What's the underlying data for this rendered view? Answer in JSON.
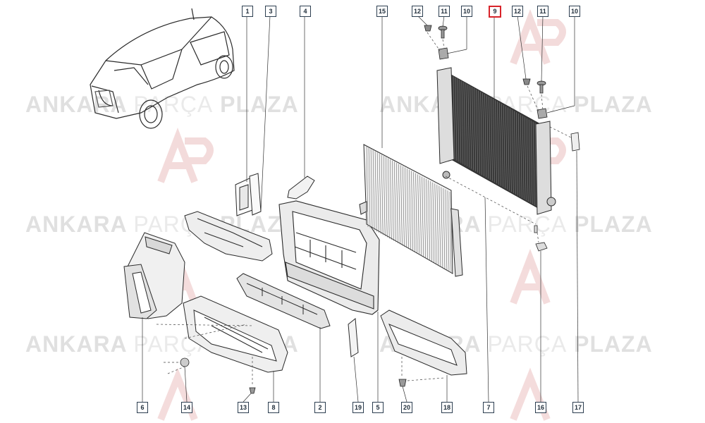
{
  "watermark": {
    "word1": "ANKARA",
    "word2": "PARÇA",
    "word3": "PLAZA"
  },
  "accent_color": "#d8232a",
  "highlighted_callout": "9",
  "callouts": {
    "c1": "1",
    "c3": "3",
    "c4": "4",
    "c15": "15",
    "c12a": "12",
    "c11a": "11",
    "c10a": "10",
    "c9": "9",
    "c12b": "12",
    "c11b": "11",
    "c10b": "10",
    "c6": "6",
    "c14": "14",
    "c13": "13",
    "c8": "8",
    "c2": "2",
    "c19": "19",
    "c5": "5",
    "c20": "20",
    "c18": "18",
    "c7": "7",
    "c16": "16",
    "c17": "17"
  }
}
